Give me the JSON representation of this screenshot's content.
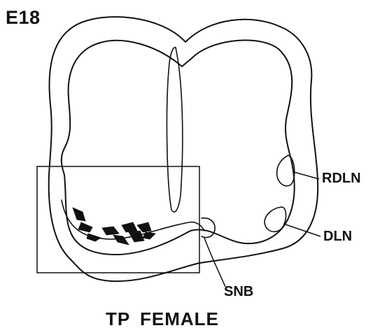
{
  "figure": {
    "age": "E18",
    "caption": "TP FEMALE"
  },
  "labels": {
    "rdln": "RDLN",
    "dln": "DLN",
    "snb": "SNB"
  },
  "colors": {
    "ink": "#111111",
    "background": "#ffffff"
  }
}
